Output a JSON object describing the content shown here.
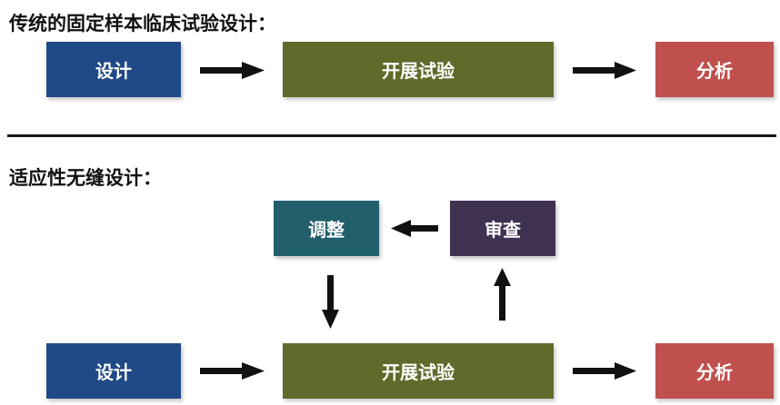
{
  "traditional": {
    "heading": "传统的固定样本临床试验设计：",
    "design": "设计",
    "conduct": "开展试验",
    "analysis": "分析"
  },
  "adaptive": {
    "heading": "适应性无缝设计：",
    "adjust": "调整",
    "review": "审查",
    "design": "设计",
    "conduct": "开展试验",
    "analysis": "分析"
  },
  "colors": {
    "design": "#1f4a87",
    "conduct": "#5e6b2a",
    "analysis": "#c0504d",
    "adjust": "#215f6b",
    "review": "#3f3150",
    "arrow": "#111111"
  }
}
